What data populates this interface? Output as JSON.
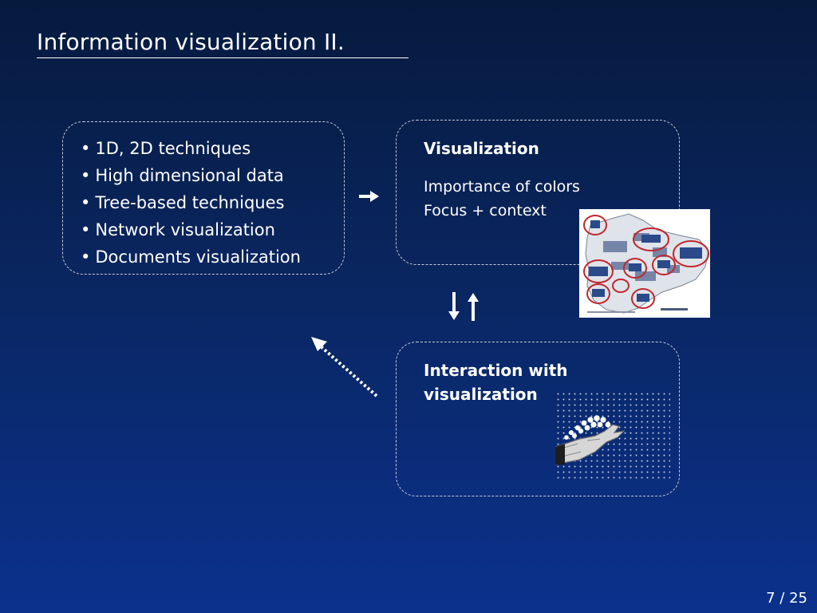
{
  "slide": {
    "title": "Information visualization II.",
    "page_number": "7 / 25"
  },
  "topics": {
    "items": [
      "1D, 2D techniques",
      "High dimensional data",
      "Tree-based techniques",
      "Network visualization",
      "Documents visualization"
    ]
  },
  "visualization_box": {
    "heading": "Visualization",
    "items": [
      "Importance of colors",
      "Focus + context"
    ]
  },
  "interaction_box": {
    "heading": "Interaction with visualization"
  },
  "icons": {
    "right_arrow": "right-arrow-icon",
    "down_up_arrows": "down-up-arrows-icon",
    "dotted_arrow": "dotted-diagonal-arrow-icon"
  },
  "colors": {
    "background_top": "#061a3e",
    "background_bottom": "#0b318d",
    "text": "#ffffff",
    "box_border": "#c6cbd8",
    "map_highlight": "#c0282d"
  }
}
